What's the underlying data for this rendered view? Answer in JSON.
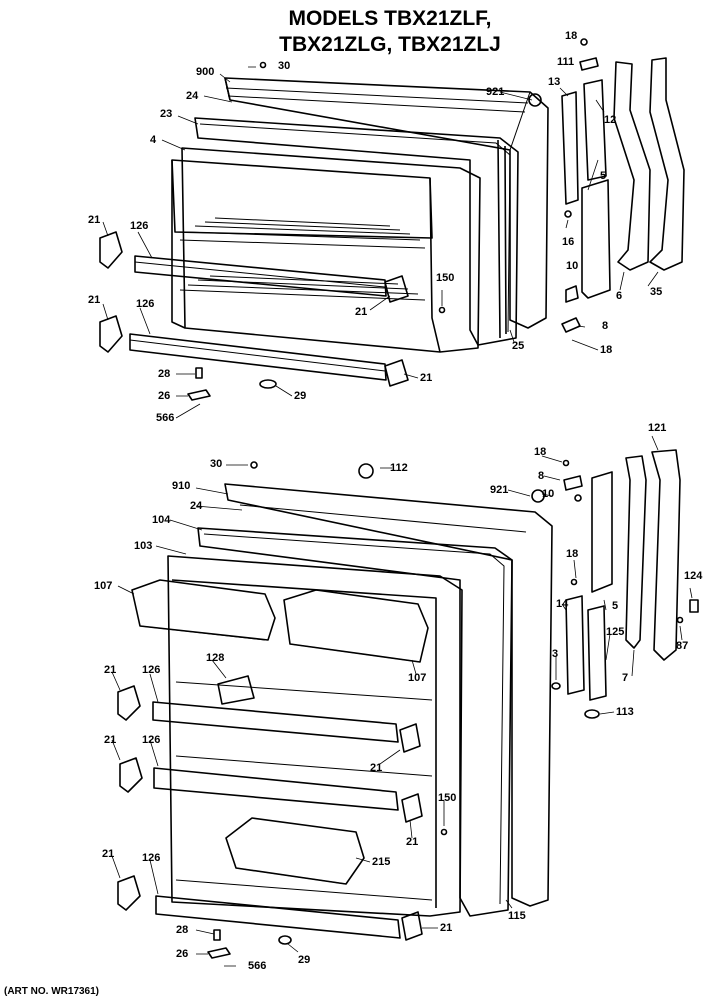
{
  "title": {
    "line1": "MODELS TBX21ZLF,",
    "line2": "TBX21ZLG, TBX21ZLJ"
  },
  "art_number": "(ART NO. WR17361)",
  "freezer_labels": {
    "l18": "18",
    "l111": "111",
    "l900": "900",
    "l30": "30",
    "l921": "921",
    "l13": "13",
    "l12": "12",
    "l24": "24",
    "l23": "23",
    "l4": "4",
    "l5": "5",
    "l21a": "21",
    "l126a": "126",
    "l16": "16",
    "l10": "10",
    "l150": "150",
    "l21b": "21",
    "l21c": "21",
    "l126b": "126",
    "l25": "25",
    "l6": "6",
    "l35": "35",
    "l8": "8",
    "l18b": "18",
    "l28": "28",
    "l21d": "21",
    "l26": "26",
    "l29": "29",
    "l566": "566"
  },
  "fresh_labels": {
    "l30": "30",
    "l112": "112",
    "l18": "18",
    "l121": "121",
    "l910": "910",
    "l8": "8",
    "l10": "10",
    "l921": "921",
    "l24": "24",
    "l104": "104",
    "l103": "103",
    "l18b": "18",
    "l124": "124",
    "l107a": "107",
    "l14": "14",
    "l5": "5",
    "l87": "87",
    "l125": "125",
    "l128": "128",
    "l3": "3",
    "l7": "7",
    "l21a": "21",
    "l126a": "126",
    "l107b": "107",
    "l113": "113",
    "l21b": "21",
    "l126b": "126",
    "l21c": "21",
    "l150": "150",
    "l21d": "21",
    "l215": "215",
    "l21e": "21",
    "l126c": "126",
    "l115": "115",
    "l28": "28",
    "l21f": "21",
    "l26": "26",
    "l566": "566",
    "l29": "29"
  }
}
